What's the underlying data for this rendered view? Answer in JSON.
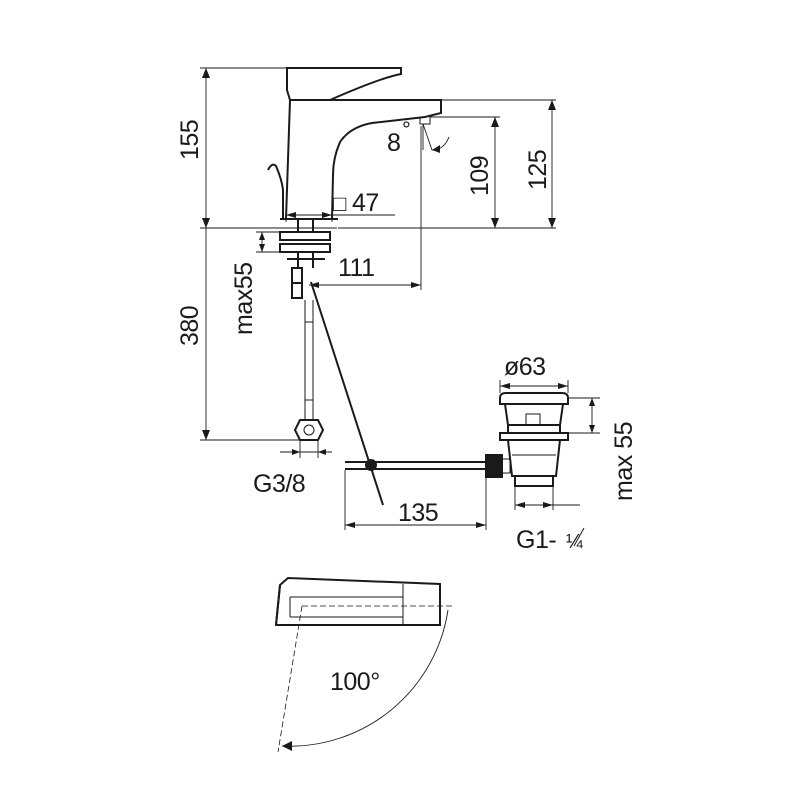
{
  "dimensions": {
    "total_height": "155",
    "spout_height": "109",
    "outlet_height": "125",
    "angle": "8",
    "degree_symbol": "°",
    "base_size": "47",
    "square_symbol": "□",
    "max_deck": "max55",
    "reach": "111",
    "hose_length": "380",
    "hose_thread": "G3/8",
    "rod_length": "135",
    "waste_diameter": "ø63",
    "waste_max": "max 55",
    "waste_thread": "G1-",
    "waste_thread_fraction": "¼",
    "rotation_angle": "100°"
  }
}
